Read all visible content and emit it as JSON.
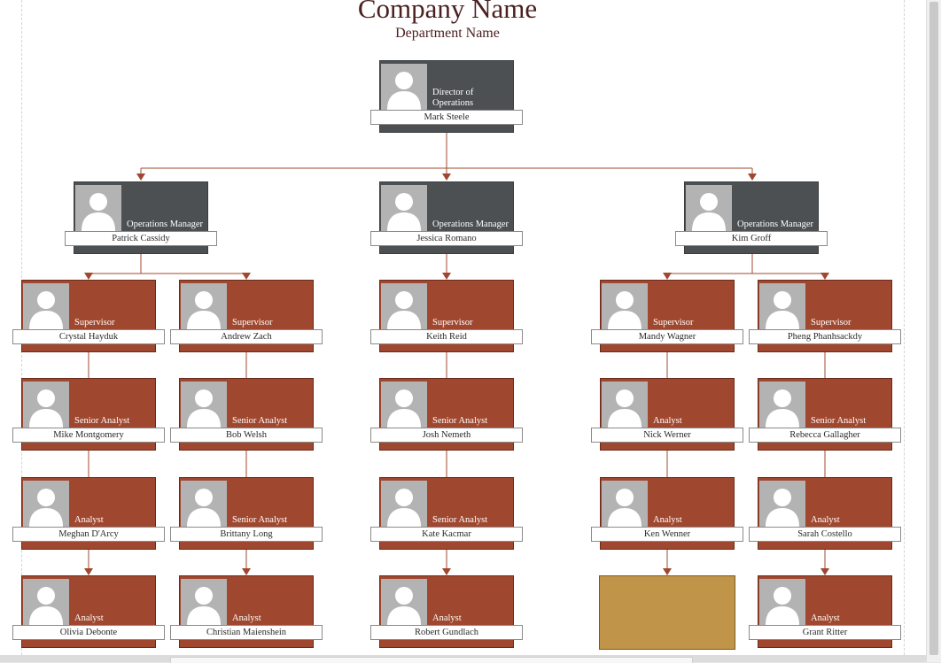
{
  "header": {
    "company_name": "Company Name",
    "department_name": "Department Name"
  },
  "colors": {
    "manager_box": "#4c5053",
    "staff_box": "#a0482f",
    "placeholder_box": "#c0954a",
    "connector": "#a0482f",
    "heading_text": "#4a2020"
  },
  "chart": {
    "root": {
      "name": "Mark Steele",
      "title": "Director of Operations"
    },
    "managers": [
      {
        "name": "Patrick Cassidy",
        "title": "Operations Manager"
      },
      {
        "name": "Jessica Romano",
        "title": "Operations Manager"
      },
      {
        "name": "Kim Groff",
        "title": "Operations Manager"
      }
    ],
    "columns": [
      {
        "manager": 0,
        "members": [
          {
            "name": "Crystal Hayduk",
            "title": "Supervisor"
          },
          {
            "name": "Mike Montgomery",
            "title": "Senior Analyst"
          },
          {
            "name": "Meghan D'Arcy",
            "title": "Analyst"
          },
          {
            "name": "Olivia Debonte",
            "title": "Analyst"
          }
        ]
      },
      {
        "manager": 0,
        "members": [
          {
            "name": "Andrew Zach",
            "title": "Supervisor"
          },
          {
            "name": "Bob Welsh",
            "title": "Senior Analyst"
          },
          {
            "name": "Brittany Long",
            "title": "Senior Analyst"
          },
          {
            "name": "Christian Maienshein",
            "title": "Analyst"
          }
        ]
      },
      {
        "manager": 1,
        "members": [
          {
            "name": "Keith Reid",
            "title": "Supervisor"
          },
          {
            "name": "Josh Nemeth",
            "title": "Senior Analyst"
          },
          {
            "name": "Kate Kacmar",
            "title": "Senior Analyst"
          },
          {
            "name": "Robert Gundlach",
            "title": "Analyst"
          }
        ]
      },
      {
        "manager": 2,
        "members": [
          {
            "name": "Mandy Wagner",
            "title": "Supervisor"
          },
          {
            "name": "Nick Werner",
            "title": "Analyst"
          },
          {
            "name": "Ken Wenner",
            "title": "Analyst"
          }
        ]
      },
      {
        "manager": 2,
        "members": [
          {
            "name": "Pheng Phanhsackdy",
            "title": "Supervisor"
          },
          {
            "name": "Rebecca Gallagher",
            "title": "Senior Analyst"
          },
          {
            "name": "Sarah Costello",
            "title": "Analyst"
          },
          {
            "name": "Grant Ritter",
            "title": "Analyst"
          }
        ]
      }
    ]
  }
}
